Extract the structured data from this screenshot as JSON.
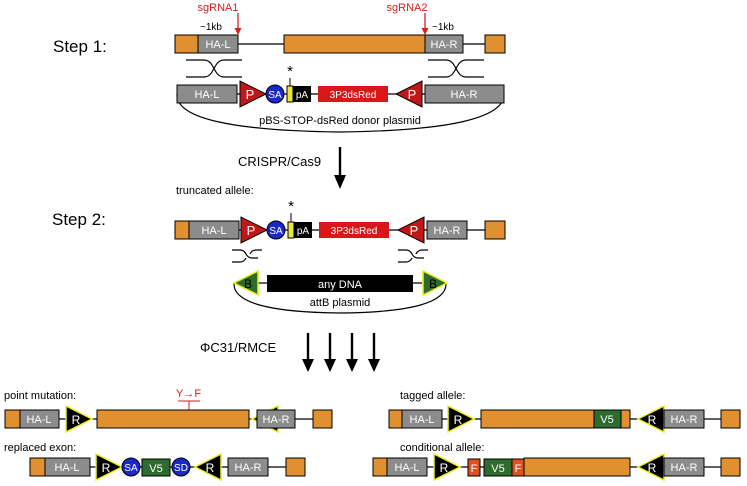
{
  "step1": {
    "label": "Step 1:",
    "sgrna1": "sgRNA1",
    "sgrna2": "sgRNA2",
    "size_left": "~1kb",
    "size_right": "~1kb",
    "ha_left": "HA-L",
    "ha_right": "HA-R",
    "plasmid_name": "pBS-STOP-dsRed donor plasmid"
  },
  "cassette": {
    "p": "P",
    "sa": "SA",
    "pa": "pA",
    "marker": "3P3dsRed",
    "stop_mark": "*"
  },
  "transition1": "CRISPR/Cas9",
  "step2": {
    "label": "Step 2:",
    "allele_label": "truncated allele:",
    "ha_left": "HA-L",
    "ha_right": "HA-R",
    "insert": "any DNA",
    "attb": "B",
    "plasmid_name": "attB plasmid"
  },
  "transition2": "ΦC31/RMCE",
  "outcomes": {
    "point_mutation": {
      "label": "point mutation:",
      "mutation": "Y→F"
    },
    "tagged_allele": {
      "label": "tagged allele:",
      "tag": "V5"
    },
    "replaced_exon": {
      "label": "replaced exon:",
      "sa": "SA",
      "tag": "V5",
      "sd": "SD"
    },
    "conditional_allele": {
      "label": "conditional allele:",
      "frt": "F",
      "tag": "V5"
    },
    "ha_left": "HA-L",
    "ha_right": "HA-R",
    "attr": "R"
  },
  "colors": {
    "exon": "#e09030",
    "homology_arm": "#8c8c8c",
    "attp_triangle": "#c01818",
    "attr_triangle": "#e8f020",
    "sa_circle": "#1a28c8",
    "dsred": "#d81818",
    "v5": "#2e6b2e",
    "frt": "#e05020",
    "sgrna_text": "#d02020"
  }
}
